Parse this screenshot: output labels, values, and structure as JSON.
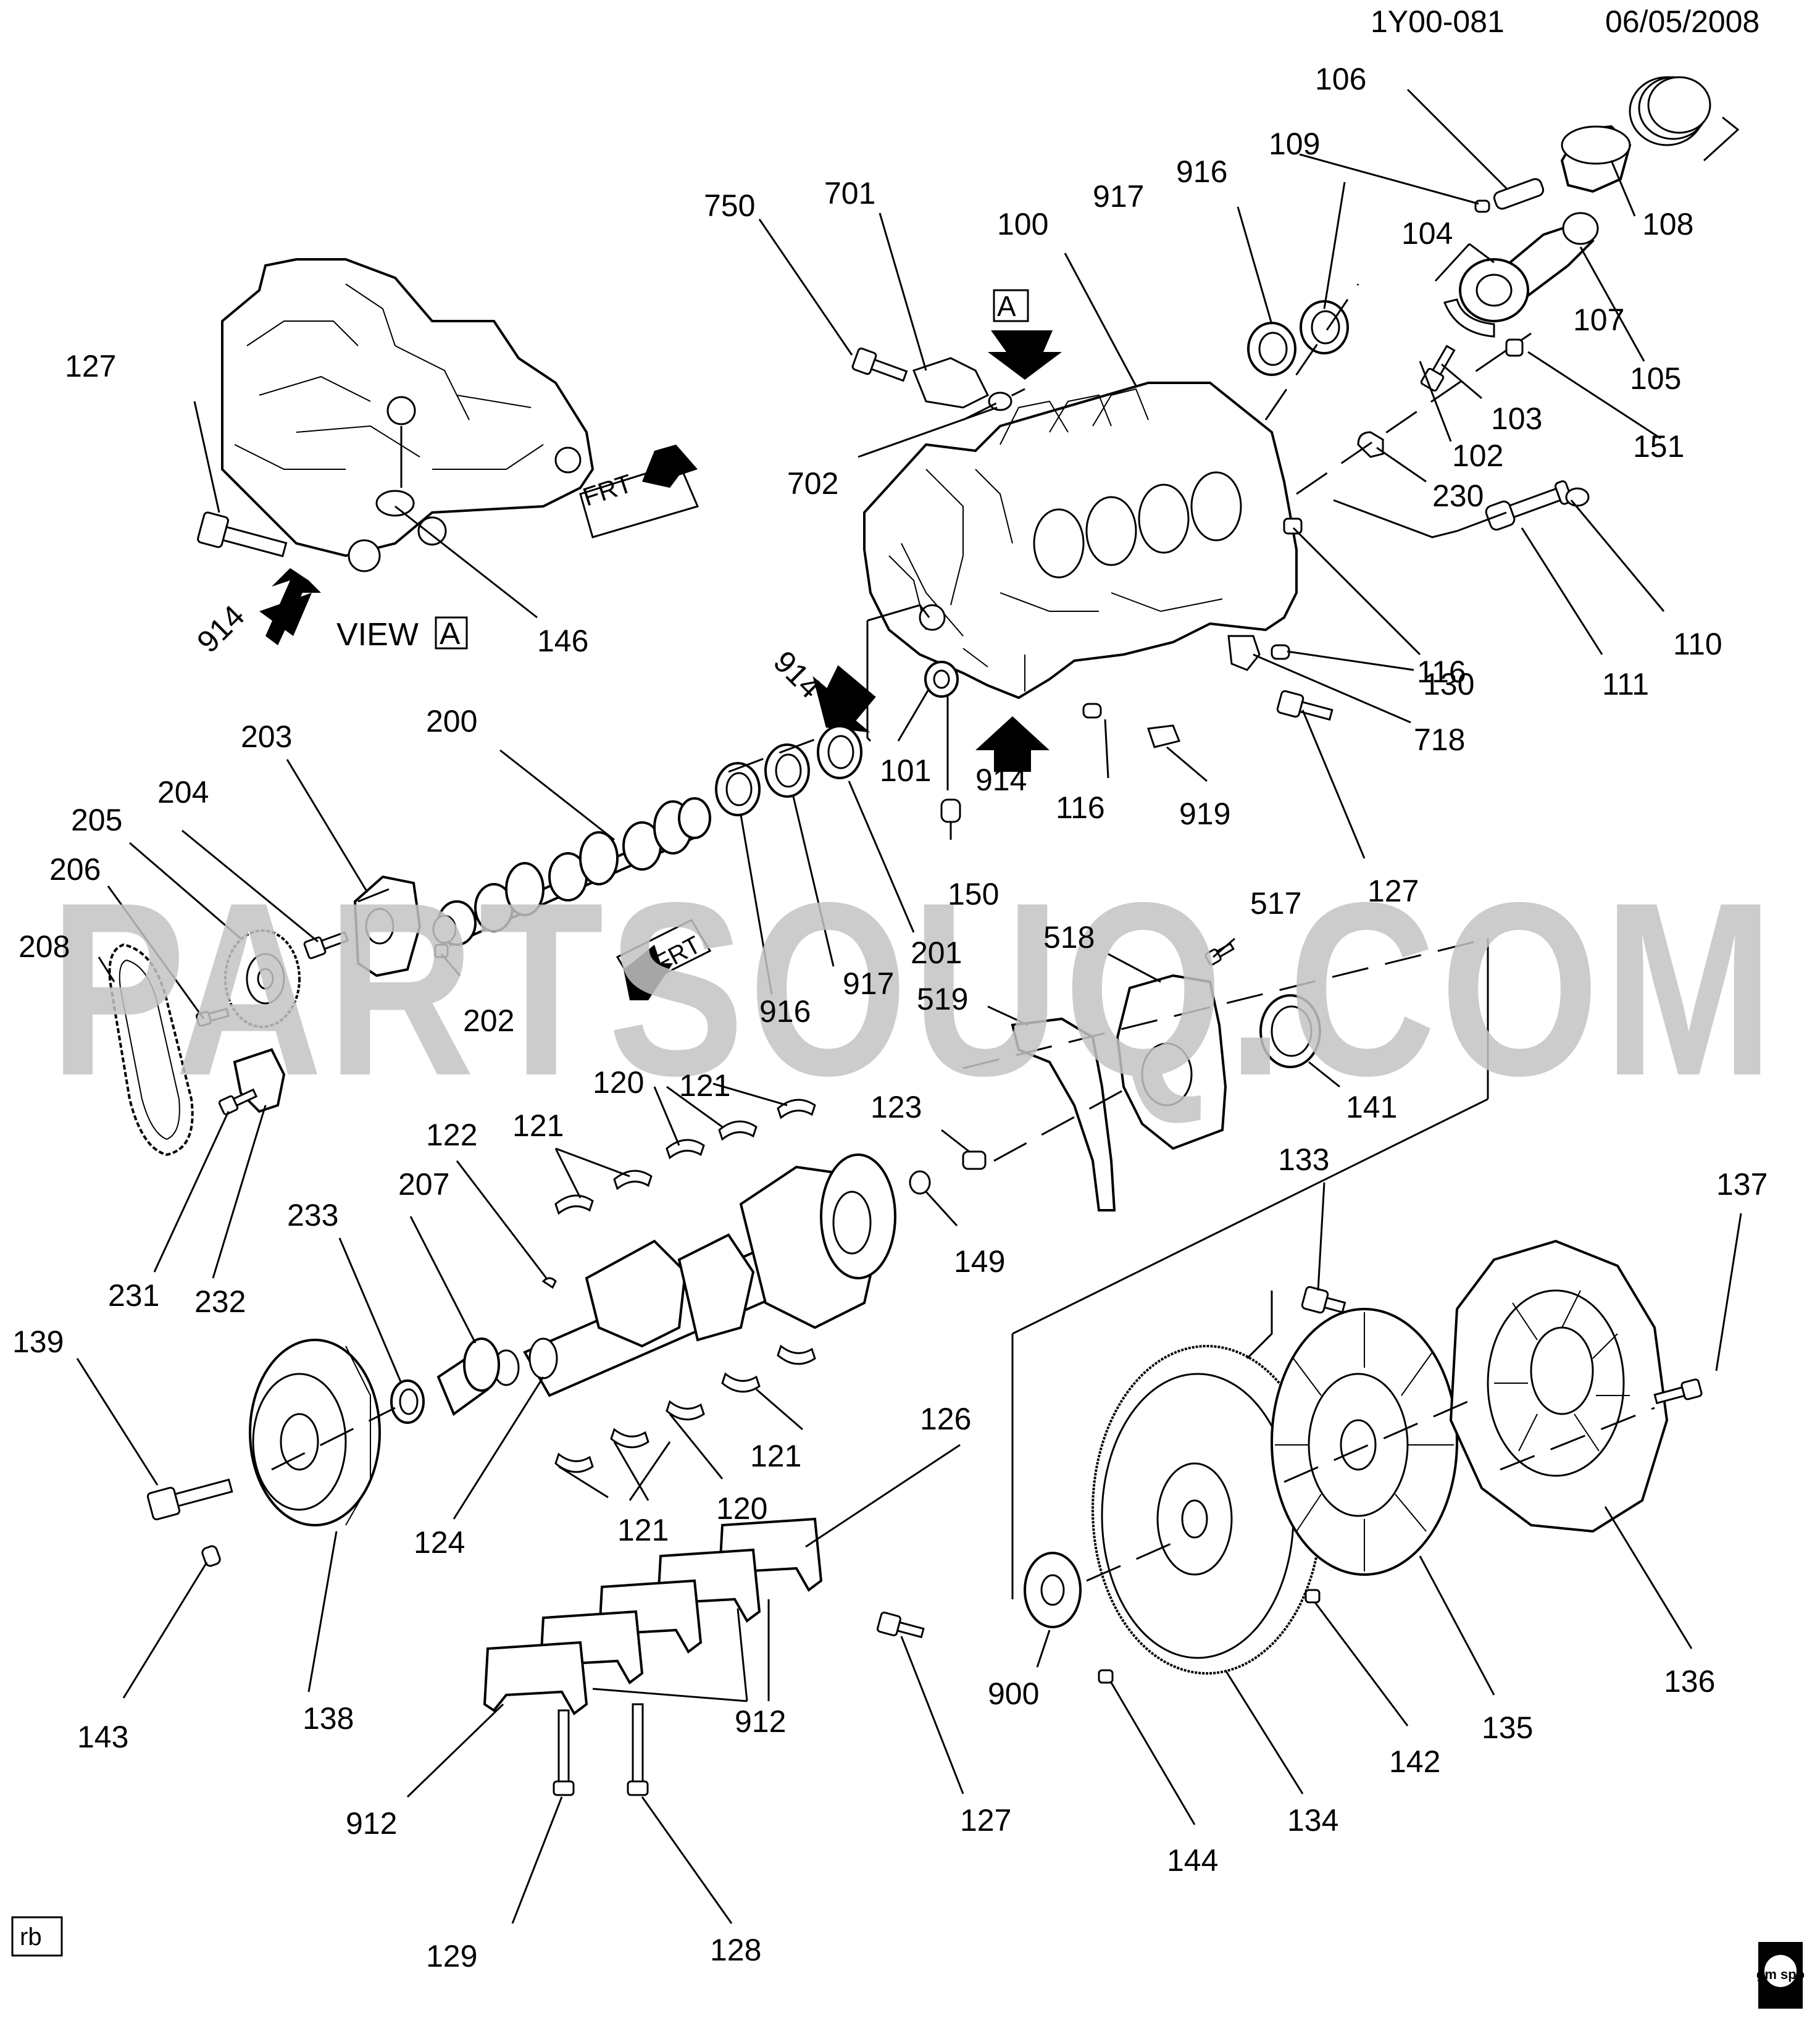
{
  "header": {
    "code": "1Y00-081",
    "date": "06/05/2008"
  },
  "view": {
    "text": "VIEW",
    "letter": "A"
  },
  "frt_label": "FRT",
  "arrow_a_letter": "A",
  "arrow_914_label": "914",
  "watermark": "PARTSOUQ.COM",
  "corner_left": "rb",
  "corner_right": "gm spo",
  "callouts": [
    {
      "text": "106"
    },
    {
      "text": "109"
    },
    {
      "text": "108"
    },
    {
      "text": "107"
    },
    {
      "text": "916"
    },
    {
      "text": "917"
    },
    {
      "text": "104"
    },
    {
      "text": "105"
    },
    {
      "text": "750"
    },
    {
      "text": "701"
    },
    {
      "text": "100"
    },
    {
      "text": "151"
    },
    {
      "text": "103"
    },
    {
      "text": "102"
    },
    {
      "text": "702"
    },
    {
      "text": "230"
    },
    {
      "text": "127"
    },
    {
      "text": "146"
    },
    {
      "text": "110"
    },
    {
      "text": "111"
    },
    {
      "text": "130"
    },
    {
      "text": "116"
    },
    {
      "text": "718"
    },
    {
      "text": "101"
    },
    {
      "text": "914"
    },
    {
      "text": "116"
    },
    {
      "text": "919"
    },
    {
      "text": "150"
    },
    {
      "text": "127"
    },
    {
      "text": "200"
    },
    {
      "text": "203"
    },
    {
      "text": "204"
    },
    {
      "text": "205"
    },
    {
      "text": "206"
    },
    {
      "text": "208"
    },
    {
      "text": "202"
    },
    {
      "text": "916"
    },
    {
      "text": "917"
    },
    {
      "text": "201"
    },
    {
      "text": "517"
    },
    {
      "text": "518"
    },
    {
      "text": "519"
    },
    {
      "text": "141"
    },
    {
      "text": "121"
    },
    {
      "text": "120"
    },
    {
      "text": "121"
    },
    {
      "text": "123"
    },
    {
      "text": "149"
    },
    {
      "text": "122"
    },
    {
      "text": "231"
    },
    {
      "text": "232"
    },
    {
      "text": "207"
    },
    {
      "text": "233"
    },
    {
      "text": "133"
    },
    {
      "text": "137"
    },
    {
      "text": "139"
    },
    {
      "text": "126"
    },
    {
      "text": "121"
    },
    {
      "text": "120"
    },
    {
      "text": "121"
    },
    {
      "text": "124"
    },
    {
      "text": "138"
    },
    {
      "text": "143"
    },
    {
      "text": "912"
    },
    {
      "text": "912"
    },
    {
      "text": "127"
    },
    {
      "text": "129"
    },
    {
      "text": "128"
    },
    {
      "text": "900"
    },
    {
      "text": "134"
    },
    {
      "text": "144"
    },
    {
      "text": "142"
    },
    {
      "text": "135"
    },
    {
      "text": "136"
    }
  ]
}
